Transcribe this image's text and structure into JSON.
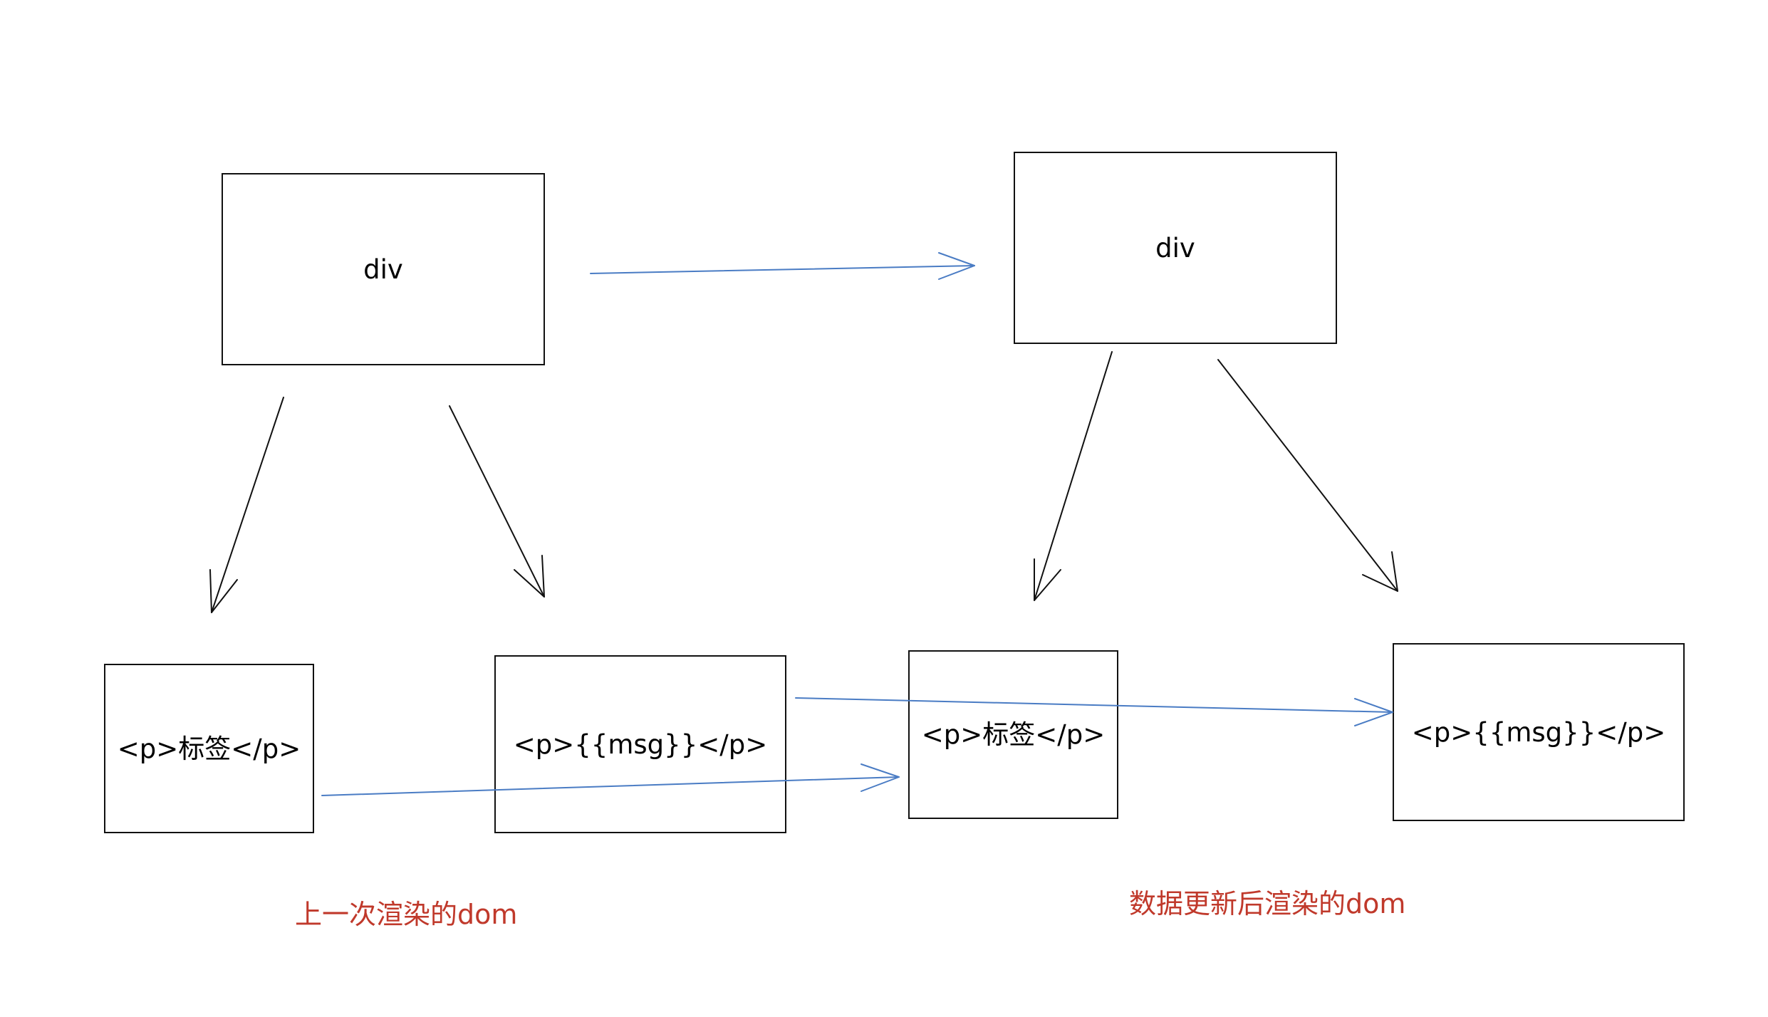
{
  "old_tree": {
    "root_label": "div",
    "child_static_label": "<p>标签</p>",
    "child_dynamic_label": "<p>{{msg}}</p>",
    "caption": "上一次渲染的dom"
  },
  "new_tree": {
    "root_label": "div",
    "child_static_label": "<p>标签</p>",
    "child_dynamic_label": "<p>{{msg}}</p>",
    "caption": "数据更新后渲染的dom"
  },
  "colors": {
    "tree_edge": "#111111",
    "mapping_edge": "#4a7cc4",
    "caption": "#c0392b"
  }
}
